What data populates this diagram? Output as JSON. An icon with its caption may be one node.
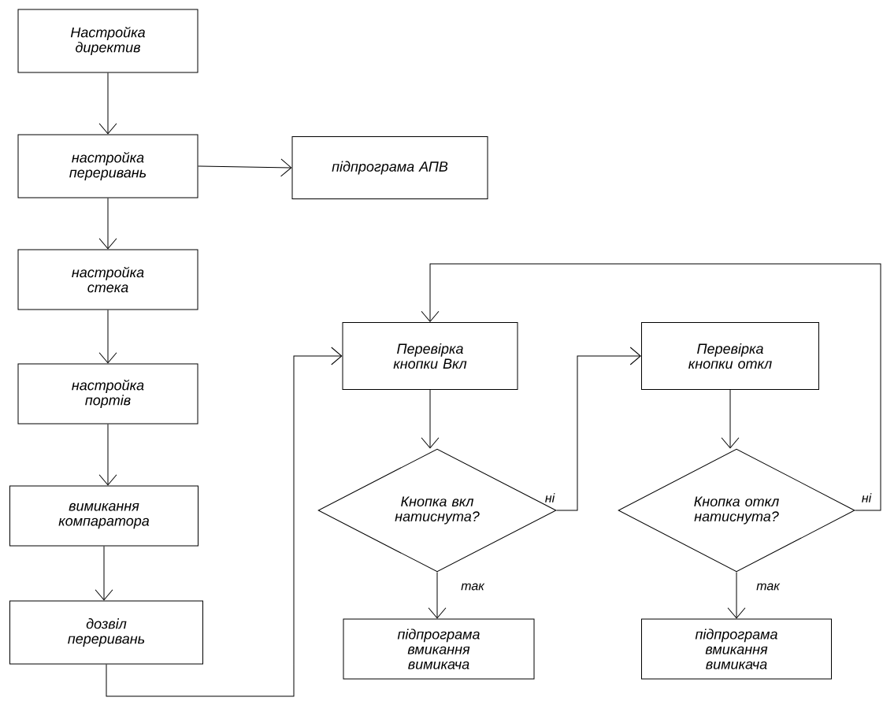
{
  "diagram": {
    "nodes": [
      {
        "text": [
          "Настройка директив"
        ]
      },
      {
        "text": [
          "настройка переривань"
        ]
      },
      {
        "text": [
          "підпрограма АПВ"
        ]
      },
      {
        "text": [
          "настройка стека"
        ]
      },
      {
        "text": [
          "настройка портів"
        ]
      },
      {
        "text": [
          "вимикання компаратора"
        ]
      },
      {
        "text": [
          "дозвіл переривань"
        ]
      },
      {
        "text": [
          "Перевірка кнопки Вкл"
        ]
      },
      {
        "text": [
          "Кнопка вкл натиснута?"
        ]
      },
      {
        "text": [
          "підпрограма вмикання вимикача"
        ]
      },
      {
        "text": [
          "Перевірка кнопки откл"
        ]
      },
      {
        "text": [
          "Кнопка откл натиснута?"
        ]
      },
      {
        "text": [
          "підпрограма вмикання вимикача"
        ]
      }
    ],
    "edges": [
      {
        "from": 0,
        "to": 1,
        "arrow": "to"
      },
      {
        "from": 1,
        "to": 2,
        "arrow": "to"
      },
      {
        "from": 1,
        "to": 3,
        "arrow": "to"
      },
      {
        "from": 3,
        "to": 4,
        "arrow": "to"
      },
      {
        "from": 4,
        "to": 5,
        "arrow": "to"
      },
      {
        "from": 5,
        "to": 6,
        "arrow": "to"
      },
      {
        "from": 6,
        "to": 7,
        "arrow": "to"
      },
      {
        "from": 7,
        "to": 8,
        "arrow": "to"
      },
      {
        "from": 8,
        "to": 10,
        "arrow": "to",
        "label": "ні"
      },
      {
        "from": 8,
        "to": 9,
        "arrow": "to",
        "label": "так"
      },
      {
        "from": 10,
        "to": 11,
        "arrow": "to"
      },
      {
        "from": 11,
        "to": 12,
        "arrow": "to",
        "label": "так"
      },
      {
        "from": 11,
        "to": 7,
        "arrow": "to",
        "label": "ні"
      }
    ]
  }
}
